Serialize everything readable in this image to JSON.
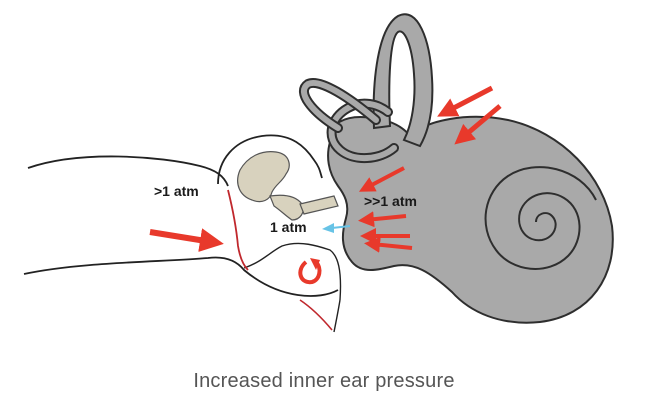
{
  "labels": {
    "ear_canal_pressure": ">1 atm",
    "inner_ear_pressure": ">>1 atm",
    "middle_ear_pressure": "1 atm"
  },
  "caption": "Increased inner ear pressure",
  "colors": {
    "inner_ear_fill": "#a9a9a9",
    "inner_ear_stroke": "#2e2e2e",
    "ossicle_fill": "#d8d2be",
    "arrow_red": "#e8392b",
    "arrow_blue": "#67c3e6",
    "outline": "#222222",
    "membrane_red": "#c0282d"
  }
}
